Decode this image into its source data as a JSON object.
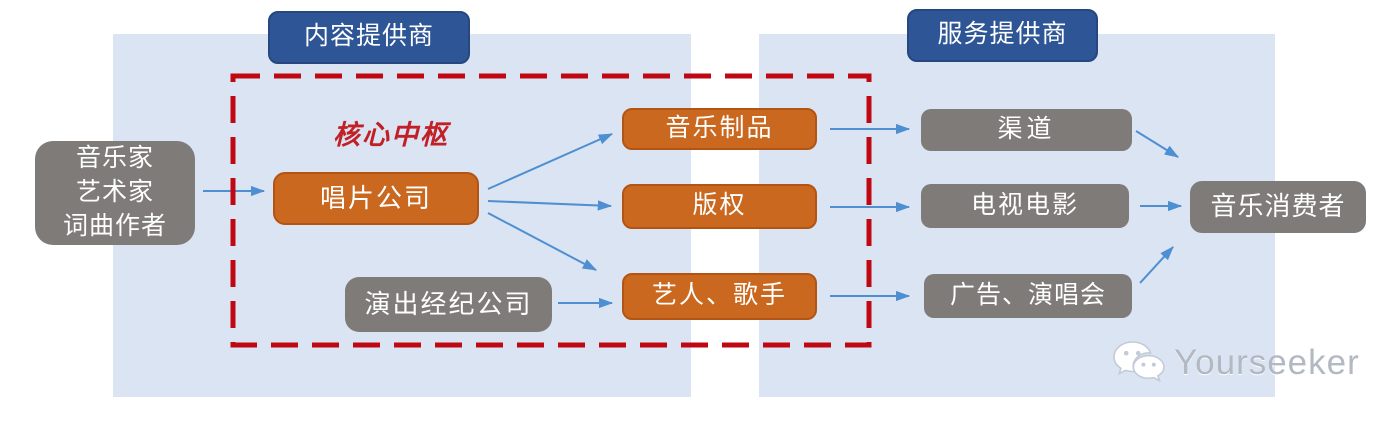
{
  "diagram": {
    "headers": {
      "content_provider": "内容提供商",
      "service_provider": "服务提供商"
    },
    "core_hub_label": "核心中枢",
    "nodes": {
      "producers": {
        "lines": [
          "音乐家",
          "艺术家",
          "词曲作者"
        ]
      },
      "record_company": {
        "label": "唱片公司"
      },
      "agency": {
        "label": "演出经纪公司"
      },
      "music_products": {
        "label": "音乐制品"
      },
      "copyright": {
        "label": "版权"
      },
      "artists": {
        "label": "艺人、歌手"
      },
      "channels": {
        "label": "渠道"
      },
      "tv_film": {
        "label": "电视电影"
      },
      "ads_concerts": {
        "label": "广告、演唱会"
      },
      "consumers": {
        "label": "音乐消费者"
      }
    },
    "edges": [
      {
        "from": "producers",
        "to": "record_company"
      },
      {
        "from": "record_company",
        "to": "music_products"
      },
      {
        "from": "record_company",
        "to": "copyright"
      },
      {
        "from": "record_company",
        "to": "artists"
      },
      {
        "from": "agency",
        "to": "artists"
      },
      {
        "from": "music_products",
        "to": "channels"
      },
      {
        "from": "copyright",
        "to": "tv_film"
      },
      {
        "from": "artists",
        "to": "ads_concerts"
      },
      {
        "from": "channels",
        "to": "consumers"
      },
      {
        "from": "tv_film",
        "to": "consumers"
      },
      {
        "from": "ads_concerts",
        "to": "consumers"
      }
    ],
    "colors": {
      "panel_bg": "#dbe4f2",
      "header_bg": "#2e5596",
      "orange_node_bg": "#ca681f",
      "gray_node_bg": "#7e7b78",
      "red_accent": "#c00813",
      "arrow_blue": "#4e8fd2",
      "watermark_gray": "#b2b9c2"
    }
  },
  "watermark": {
    "brand": "Yourseeker",
    "icon": "wechat-icon"
  }
}
